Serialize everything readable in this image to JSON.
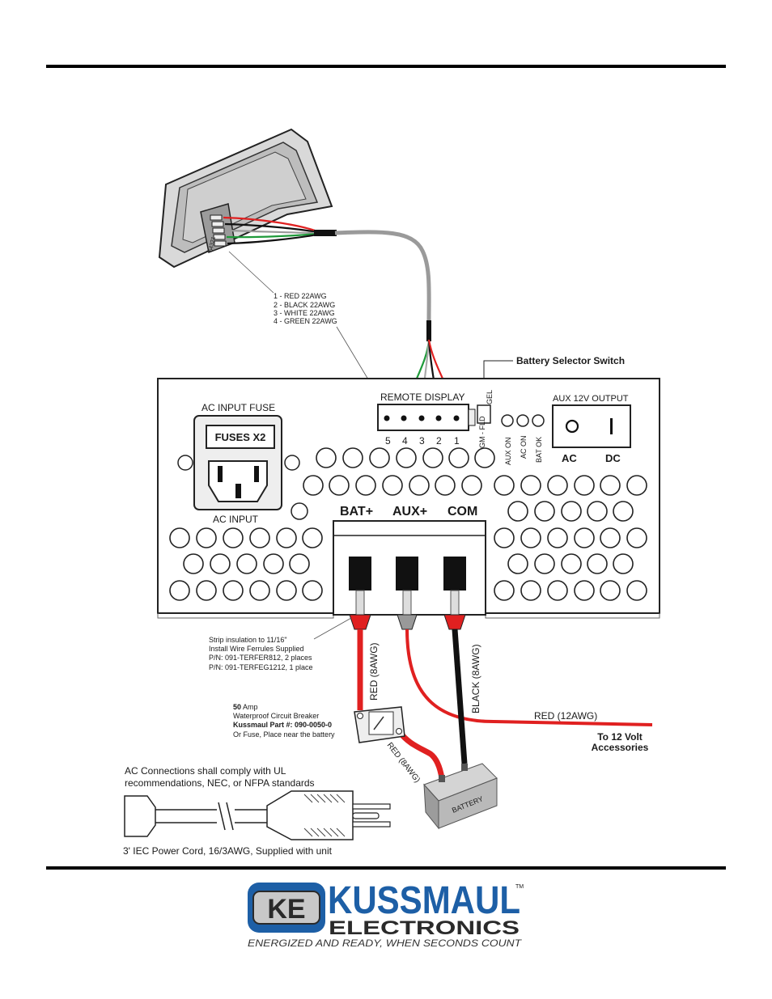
{
  "remote_display": {
    "pin_labels": [
      "5",
      "4",
      "3",
      "2",
      "1"
    ],
    "wire_legend": [
      "1 - RED 22AWG",
      "2 - BLACK 22AWG",
      "3 - WHITE 22AWG",
      "4 - GREEN 22AWG"
    ],
    "title": "REMOTE DISPLAY",
    "panel_pin_numbers": "54321"
  },
  "battery_selector": {
    "label": "Battery Selector Switch",
    "gel": "GEL",
    "agm_fld": "AGM - FLD"
  },
  "ac_input": {
    "fuse_label": "AC INPUT FUSE",
    "fuses_box": "FUSES X2",
    "input_label": "AC INPUT"
  },
  "leds": [
    "AUX ON",
    "AC ON",
    "BAT OK"
  ],
  "aux_output": {
    "title": "AUX 12V OUTPUT",
    "ac": "AC",
    "dc": "DC"
  },
  "terminals": [
    "BAT+",
    "AUX+",
    "COM"
  ],
  "ferrule_note": [
    "Strip insulation to 11/16\"",
    "Install Wire Ferrules Supplied",
    "P/N: 091-TERFER812, 2 places",
    "P/N: 091-TERFEG1212, 1 place"
  ],
  "wires": {
    "red_8awg": "RED  (8AWG)",
    "black_8awg": "BLACK  (8AWG)",
    "red_12awg": "RED  (12AWG)",
    "red_8awg_diag": "RED  (8AWG)"
  },
  "accessories": [
    "To  12  Volt",
    "Accessories"
  ],
  "breaker": {
    "amp_value": "50",
    "amp_unit": " Amp",
    "line2": "Waterproof Circuit Breaker",
    "part_label": "Kussmaul Part #: 090-0050-0",
    "line4": "Or Fuse, Place near the battery"
  },
  "battery_label": "BATTERY",
  "ac_note": [
    "AC Connections shall comply with UL",
    "recommendations, NEC, or NFPA standards"
  ],
  "power_cord_note": "3' IEC Power Cord, 16/3AWG, Supplied with unit",
  "logo": {
    "mark": "KE",
    "name": "KUSSMAUL",
    "tm": "TM",
    "sub": "ELECTRONICS",
    "tagline": "ENERGIZED AND READY, WHEN SECONDS COUNT"
  },
  "colors": {
    "wire_red": "#e02020",
    "wire_black": "#111111",
    "wire_green": "#1f9a3a",
    "wire_gray": "#9a9a9a",
    "logo_blue": "#1d5fa6",
    "logo_dark": "#2a2a2a"
  }
}
